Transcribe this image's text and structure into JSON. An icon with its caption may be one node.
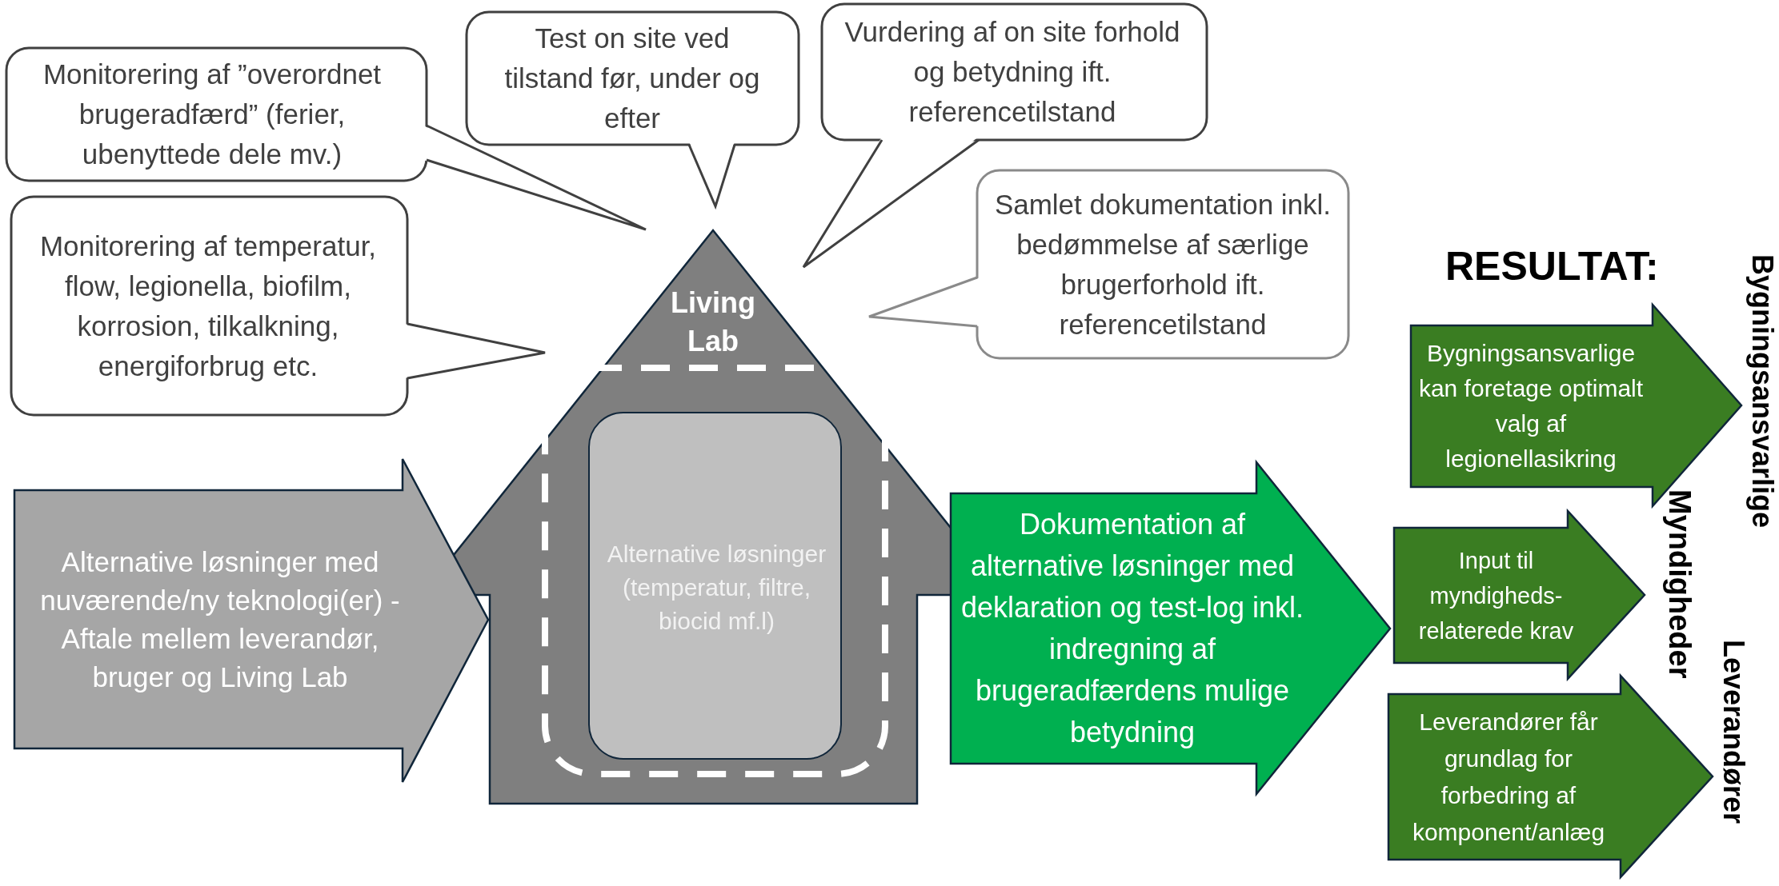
{
  "diagram": {
    "nodes": [
      {
        "text": [
          "Monitorering af ”overordnet brugeradfærd” (ferier, ubenyttede dele mv.)"
        ]
      },
      {
        "text": [
          "Test on site ved tilstand  før, under og efter"
        ]
      },
      {
        "text": [
          "Vurdering af on site forhold og betydning ift. referencetilstand"
        ]
      },
      {
        "text": [
          "Monitorering af temperatur, flow, legionella,  biofilm, korrosion, tilkalkning, energiforbrug etc."
        ]
      },
      {
        "text": [
          "Samlet dokumentation inkl. bedømmelse af særlige brugerforhold ift. referencetilstand"
        ]
      },
      {
        "text": [
          "Living Lab"
        ]
      },
      {
        "text": [
          "Alternative løsninger (temperatur, filtre, biocid mf.l)"
        ],
        "in": 5
      },
      {
        "text": [
          "Alternative løsninger med nuværende/ny teknologi(er) - Aftale mellem leverandør,  bruger og Living Lab"
        ]
      },
      {
        "text": [
          "Dokumentation af alternative løsninger med deklaration og test-log inkl. indregning af  brugeradfærdens mulige betydning"
        ]
      },
      {
        "text": [
          "Bygningsansvarlige kan foretage optimalt valg af legionellasikring"
        ],
        "beside": [
          "Bygningsansvarlige"
        ]
      },
      {
        "text": [
          "Input til myndigheds- relaterede krav"
        ]
      },
      {
        "text": [
          "Leverandører får grundlag for forbedring af komponent/anlæg"
        ],
        "beside": [
          "Leverandører"
        ]
      }
    ],
    "labels": [
      "RESULTAT:",
      "Myndigheder"
    ]
  }
}
